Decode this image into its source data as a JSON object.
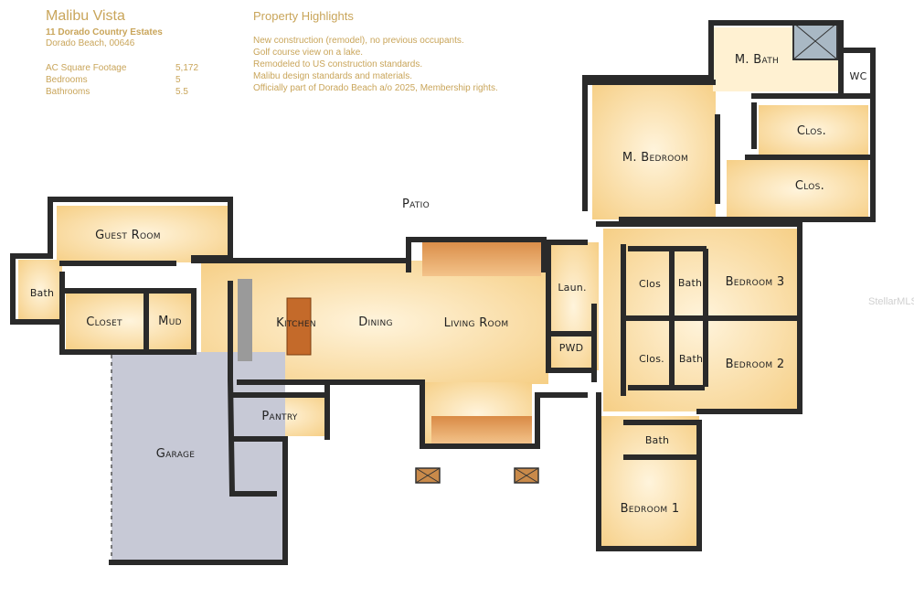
{
  "header": {
    "title": "Malibu Vista",
    "address_line1": "11 Dorado Country Estates",
    "address_line2": "Dorado Beach, 00646",
    "stats": [
      {
        "label": "AC Square Footage",
        "value": "5,172"
      },
      {
        "label": "Bedrooms",
        "value": "5"
      },
      {
        "label": "Bathrooms",
        "value": "5.5"
      }
    ]
  },
  "highlights": {
    "title": "Property Highlights",
    "items": [
      "New construction (remodel), no previous occupants.",
      "Golf course view on a lake.",
      "Remodeled to US construction standards.",
      "Malibu design standards and materials.",
      "Officially part of Dorado Beach a/o 2025, Membership rights."
    ]
  },
  "rooms": {
    "patio": "Patio",
    "guest_room": "Guest Room",
    "bath_left": "Bath",
    "closet": "Closet",
    "mud": "Mud",
    "kitchen": "Kitchen",
    "dining": "Dining",
    "living_room": "Living Room",
    "laundry": "Laun.",
    "powder": "PWD",
    "pantry": "Pantry",
    "garage": "Garage",
    "master_bath": "M. Bath",
    "wc": "WC",
    "closet_m1": "Clos.",
    "closet_m2": "Clos.",
    "master_bedroom": "M. Bedroom",
    "clos_b3": "Clos",
    "bath_b3": "Bath",
    "bedroom3": "Bedroom 3",
    "clos_b2": "Clos.",
    "bath_b2": "Bath",
    "bedroom2": "Bedroom 2",
    "bath_b1": "Bath",
    "bedroom1": "Bedroom 1"
  },
  "watermark": "StellarMLS",
  "colors": {
    "accent_gold": "#c9a55a",
    "room_fill": "#fbe2b0",
    "wall": "#2a2a2a",
    "garage_fill": "#c7c9d6",
    "deck_fill": "#c97a3a"
  }
}
